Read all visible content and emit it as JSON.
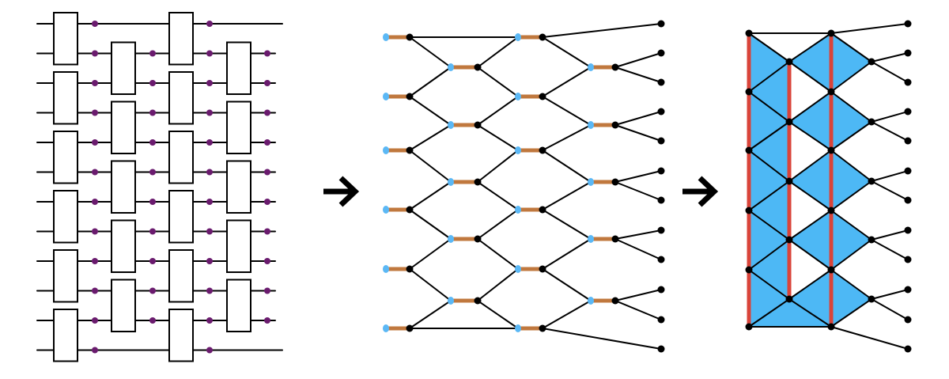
{
  "figure": {
    "panels": [
      {
        "id": "circuit",
        "wire_count": 12,
        "layer_count": 4
      },
      {
        "id": "tensor-network",
        "column_count": 4
      },
      {
        "id": "triangulation",
        "column_count": 3
      }
    ],
    "arrows": 2
  },
  "colors": {
    "line": "#000000",
    "gate_fill": "#ffffff",
    "wire_dot": "#6a1b6e",
    "open_leg": "#5bb8f5",
    "bond": "#c0783e",
    "triangle_fill": "#4db8f5",
    "triangle_edge": "#4db8f5",
    "red_edge": "#d9443a"
  }
}
